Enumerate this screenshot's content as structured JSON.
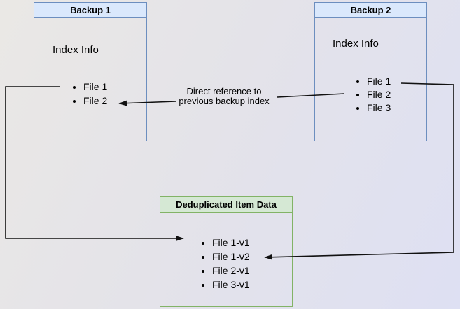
{
  "diagram": {
    "backup1": {
      "title": "Backup 1",
      "index_label": "Index Info",
      "files": [
        "File 1",
        "File 2"
      ]
    },
    "backup2": {
      "title": "Backup 2",
      "index_label": "Index Info",
      "files": [
        "File 1",
        "File 2",
        "File 3"
      ]
    },
    "dedup": {
      "title": "Deduplicated Item Data",
      "files": [
        "File 1-v1",
        "File 1-v2",
        "File 2-v1",
        "File 3-v1"
      ]
    },
    "annotation": {
      "line1": "Direct reference to",
      "line2": "previous backup index"
    }
  },
  "colors": {
    "blue_box_border": "#6c8ebf",
    "blue_box_header_fill": "#dae8fc",
    "green_box_border": "#82b366",
    "green_box_header_fill": "#d5e8d4",
    "arrow_stroke": "#111111",
    "background_left": "#eae8e5",
    "background_right": "#dee0f3"
  }
}
